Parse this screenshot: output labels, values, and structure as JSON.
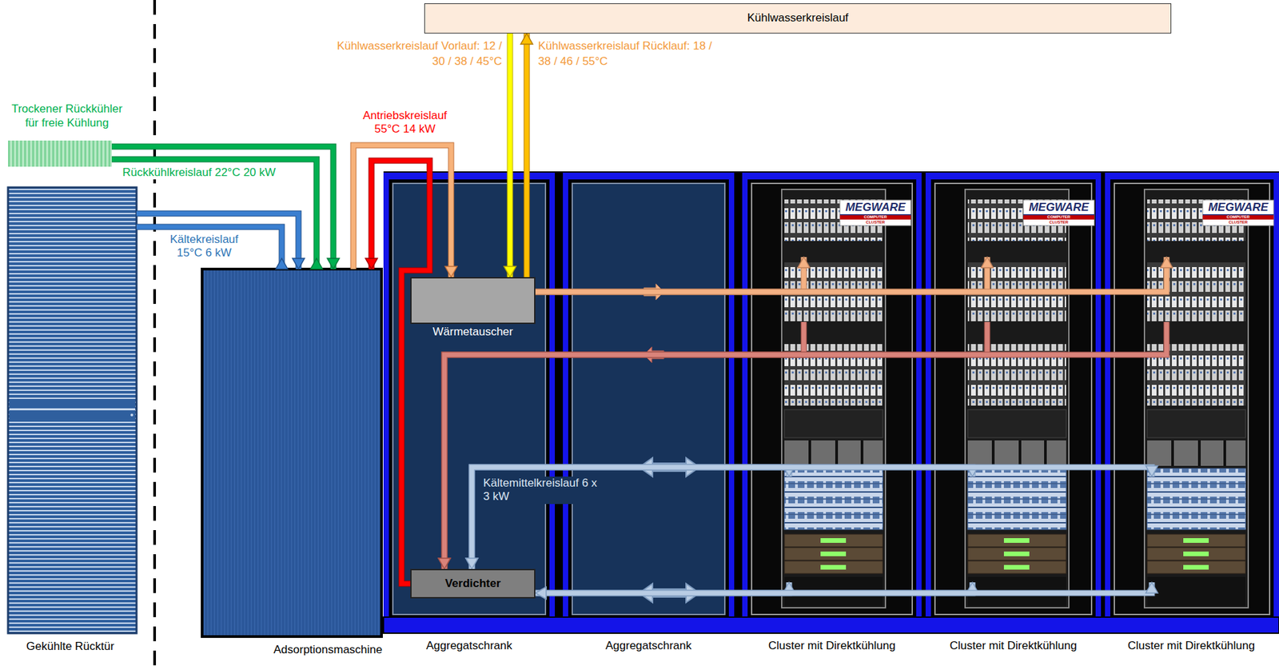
{
  "diagram": {
    "nodes": [
      {
        "text": [
          "Kühlwasserkreislauf"
        ]
      },
      {
        "text": [
          "Trockener Rückkühler für freie Kühlung"
        ]
      },
      {
        "text": [
          "Gekühlte Rücktür"
        ]
      },
      {
        "text": [
          "Adsorptionsmaschine"
        ]
      },
      {
        "text": [
          "Aggregatschrank"
        ]
      },
      {
        "text": [
          "Wärmetauscher"
        ],
        "in": 4
      },
      {
        "text": [
          "Verdichter"
        ],
        "in": 4
      },
      {
        "text": [
          "Aggregatschrank"
        ]
      },
      {
        "text": [
          "Cluster mit Direktkühlung"
        ]
      },
      {
        "text": [
          "Cluster mit Direktkühlung"
        ]
      },
      {
        "text": [
          "Cluster mit Direktkühlung"
        ]
      }
    ],
    "edges": [
      {
        "from": 1,
        "to": 3,
        "arrow": "both",
        "label": "Rückkühlkreislauf 22°C 20 kW"
      },
      {
        "from": 2,
        "to": 3,
        "arrow": "both",
        "label": "Kältekreislauf 15°C 6 kW"
      },
      {
        "from": 3,
        "to": 5,
        "arrow": "to",
        "label": "Antriebskreislauf 55°C 14 kW"
      },
      {
        "from": 6,
        "to": 3,
        "arrow": "to"
      },
      {
        "from": 0,
        "to": 5,
        "arrow": "both"
      },
      {
        "from": 5,
        "to": 8,
        "arrow": "to"
      },
      {
        "from": 5,
        "to": 9,
        "arrow": "to"
      },
      {
        "from": 5,
        "to": 10,
        "arrow": "to"
      },
      {
        "from": 8,
        "to": 6,
        "arrow": "to"
      },
      {
        "from": 9,
        "to": 6,
        "arrow": "to"
      },
      {
        "from": 10,
        "to": 6,
        "arrow": "to"
      },
      {
        "from": 6,
        "to": 8,
        "arrow": "both",
        "label": "Kältemittelkreislauf 6 x 3 kW"
      },
      {
        "from": 6,
        "to": 9,
        "arrow": "both"
      },
      {
        "from": 6,
        "to": 10,
        "arrow": "both"
      },
      {
        "from": 6,
        "to": 8,
        "arrow": "both"
      },
      {
        "from": 6,
        "to": 9,
        "arrow": "both"
      },
      {
        "from": 6,
        "to": 10,
        "arrow": "both"
      }
    ],
    "labels": [
      "Kühlwasserkreislauf Vorlauf: 12 / 30 / 38 / 45°C",
      "Kühlwasserkreislauf Rücklauf: 18 / 38 / 46 / 55°C",
      "MEGWARE",
      "COMPUTER",
      "CLUSTER",
      "MEGWARE",
      "COMPUTER",
      "CLUSTER",
      "MEGWARE",
      "COMPUTER",
      "CLUSTER"
    ]
  }
}
